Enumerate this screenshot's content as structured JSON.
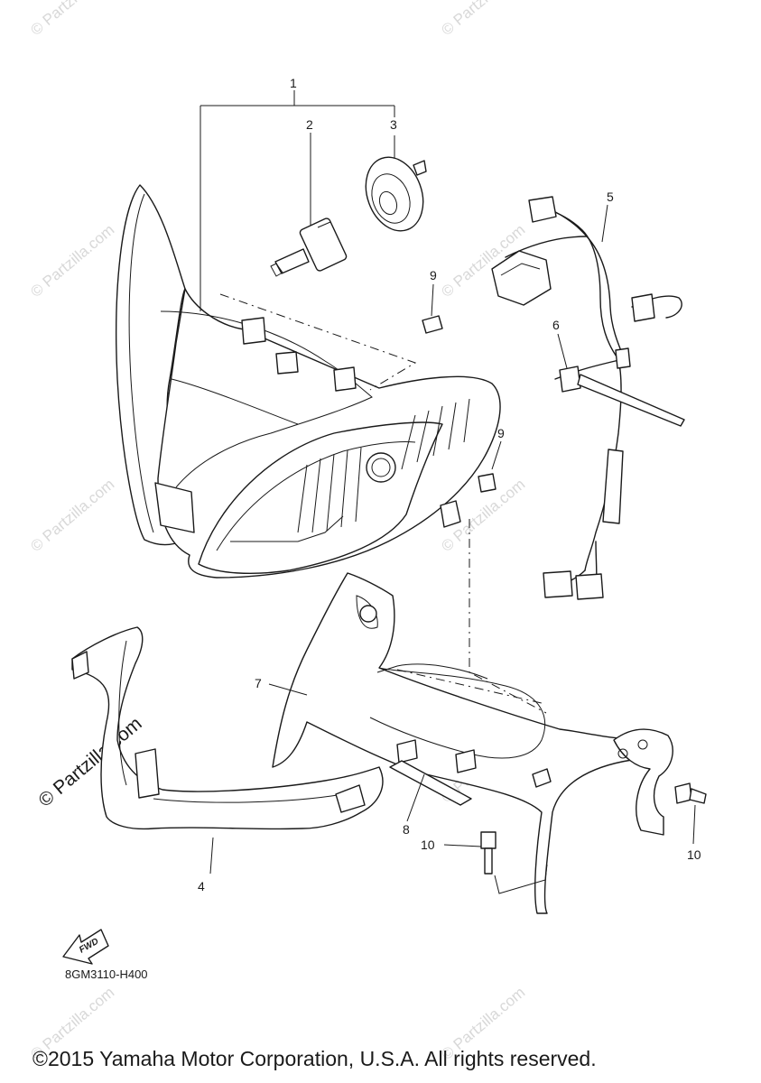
{
  "callouts": {
    "c1": "1",
    "c2": "2",
    "c3": "3",
    "c4": "4",
    "c5": "5",
    "c6": "6",
    "c7": "7",
    "c8": "8",
    "c9a": "9",
    "c9b": "9",
    "c10a": "10",
    "c10b": "10"
  },
  "fwd_label": "FWD",
  "diagram_code": "8GM3110-H400",
  "watermark": "© Partzilla.com",
  "copyright": "©2015 Yamaha Motor Corporation, U.S.A. All rights reserved."
}
